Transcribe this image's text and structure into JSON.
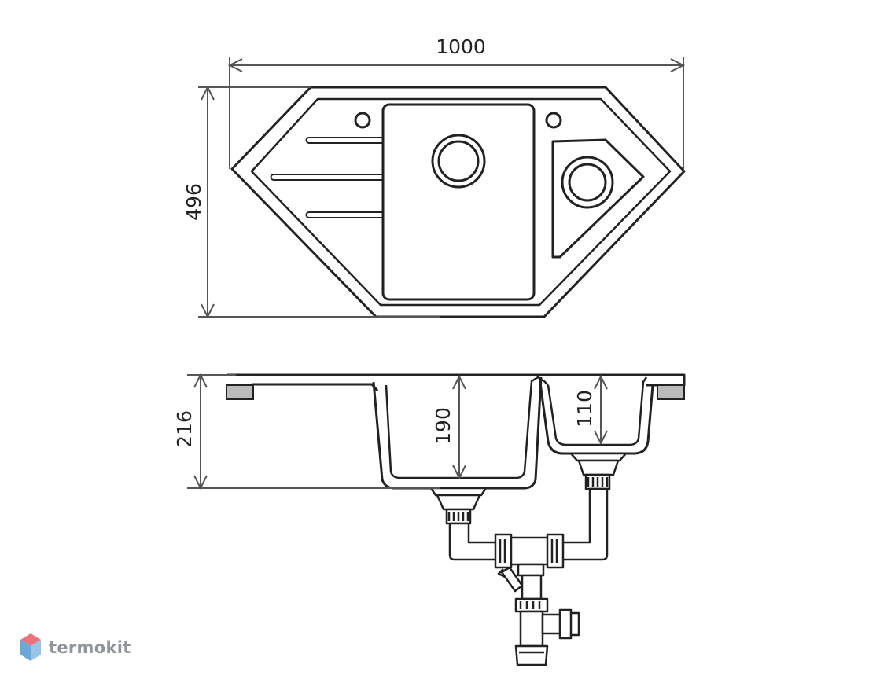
{
  "dimensions": {
    "width": "1000",
    "depth": "496",
    "height": "216",
    "main_bowl_depth": "190",
    "small_bowl_depth": "110"
  },
  "logo": {
    "text": "termokit",
    "colors": [
      "#e8747c",
      "#6aa8d8",
      "#9ac4e6"
    ]
  },
  "colors": {
    "outline": "#222222",
    "dimension_line": "#555555",
    "foot_fill": "#bbbbbb"
  }
}
